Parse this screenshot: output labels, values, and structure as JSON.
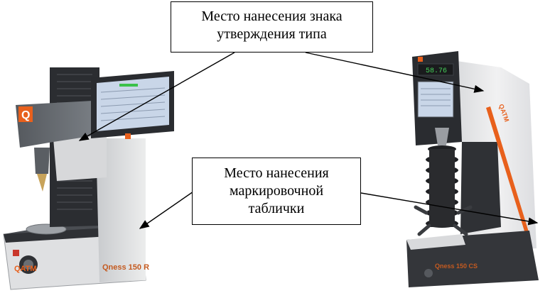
{
  "callouts": {
    "type_approval": {
      "lines": [
        "Место нанесения знака",
        "утверждения типа"
      ]
    },
    "marking_plate": {
      "lines": [
        "Место нанесения",
        "маркировочной",
        "таблички"
      ]
    }
  },
  "devices": {
    "left": {
      "brand": "QATM",
      "model": "Qness 150 R"
    },
    "right": {
      "brand": "QATM",
      "model": "Qness 150 CS",
      "display_readout": "58.76"
    }
  },
  "colors": {
    "brand_orange": "#e8601c",
    "frame_light": "#d9dadc",
    "frame_dark": "#3a3c40",
    "screen_blue": "#c9d6e8"
  }
}
